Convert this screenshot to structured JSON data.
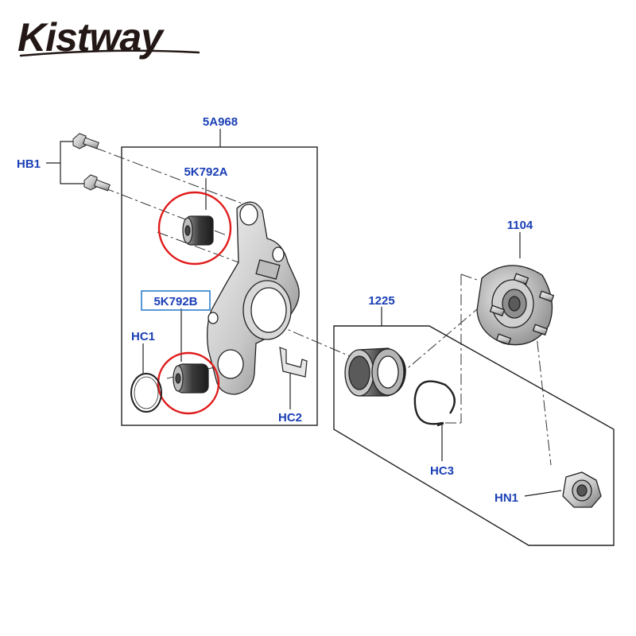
{
  "brand": {
    "logo_text": "Kistway",
    "logo_color": "#231815"
  },
  "colors": {
    "label": "#1a3fb5",
    "line": "#222222",
    "highlight_ring": "#e01b1b",
    "highlight_box": "#2f7fd0"
  },
  "parts": {
    "knuckle": "5A968",
    "bushing_upper": "5K792A",
    "bushing_lower": "5K792B",
    "bolts": "HB1",
    "seal_ring": "HC1",
    "bracket_clip": "HC2",
    "bearing": "1225",
    "snap_ring": "HC3",
    "hub": "1104",
    "hub_nut": "HN1"
  }
}
